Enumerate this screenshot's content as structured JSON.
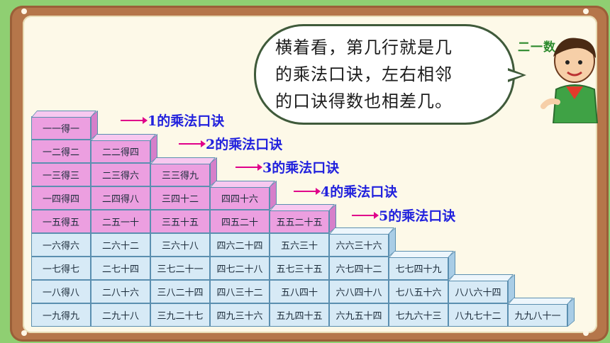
{
  "speech_bubble": {
    "lines": [
      "横着看，第几行就是几",
      "的乘法口诀，左右相邻",
      "的口诀得数也相差几。"
    ]
  },
  "banner_text": "二一数",
  "row_labels": [
    "1的乘法口诀",
    "2的乘法口诀",
    "3的乘法口诀",
    "4的乘法口诀",
    "5的乘法口诀"
  ],
  "table": {
    "rows": [
      [
        "一一得一"
      ],
      [
        "一二得二",
        "二二得四"
      ],
      [
        "一三得三",
        "二三得六",
        "三三得九"
      ],
      [
        "一四得四",
        "二四得八",
        "三四十二",
        "四四十六"
      ],
      [
        "一五得五",
        "二五一十",
        "三五十五",
        "四五二十",
        "五五二十五"
      ],
      [
        "一六得六",
        "二六十二",
        "三六十八",
        "四六二十四",
        "五六三十",
        "六六三十六"
      ],
      [
        "一七得七",
        "二七十四",
        "三七二十一",
        "四七二十八",
        "五七三十五",
        "六七四十二",
        "七七四十九"
      ],
      [
        "一八得八",
        "二八十六",
        "三八二十四",
        "四八三十二",
        "五八四十",
        "六八四十八",
        "七八五十六",
        "八八六十四"
      ],
      [
        "一九得九",
        "二九十八",
        "三九二十七",
        "四九三十六",
        "五九四十五",
        "六九五十四",
        "七九六十三",
        "八九七十二",
        "九九八十一"
      ]
    ],
    "highlight_rows": 5
  },
  "colors": {
    "highlight": "#ec9fe0",
    "normal": "#d7eaf6",
    "label": "#2222dd",
    "arrow": "#e0008a",
    "board": "#b5764a",
    "background": "#8fcf72"
  }
}
